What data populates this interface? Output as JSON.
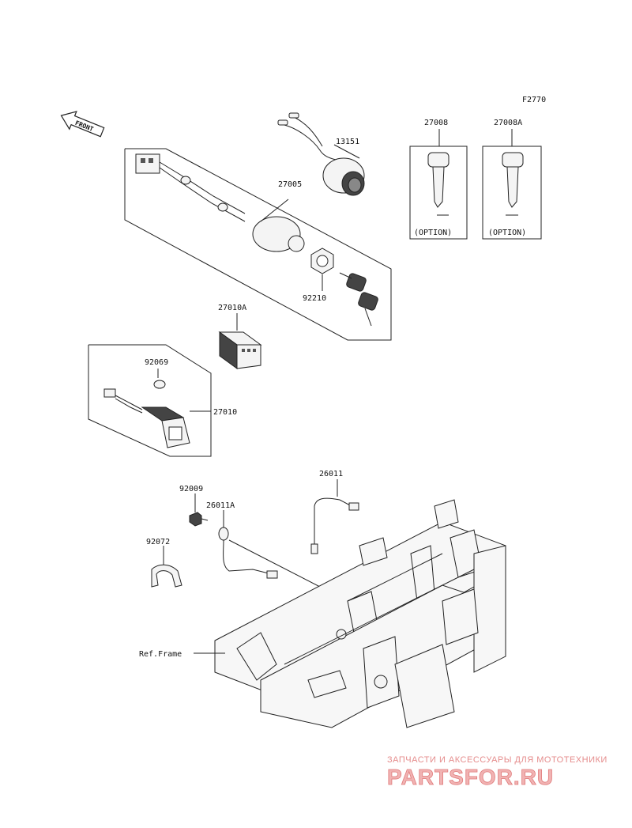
{
  "figure_code": "F2770",
  "front_label": "FRONT",
  "parts": {
    "p13151": "13151",
    "p27005": "27005",
    "p92210": "92210",
    "p27008": "27008",
    "p27008A": "27008A",
    "p27010A": "27010A",
    "p92069": "92069",
    "p27010": "27010",
    "p26011": "26011",
    "p92009": "92009",
    "p26011A": "26011A",
    "p92072": "92072",
    "ref_frame": "Ref.Frame"
  },
  "option_label": "(OPTION)",
  "watermark": {
    "tagline": "ЗАПЧАСТИ И АКСЕССУАРЫ ДЛЯ МОТОТЕХНИКИ",
    "brand": "PARTSFOR.RU"
  },
  "colors": {
    "line": "#222222",
    "watermark": "#e07a7a"
  }
}
